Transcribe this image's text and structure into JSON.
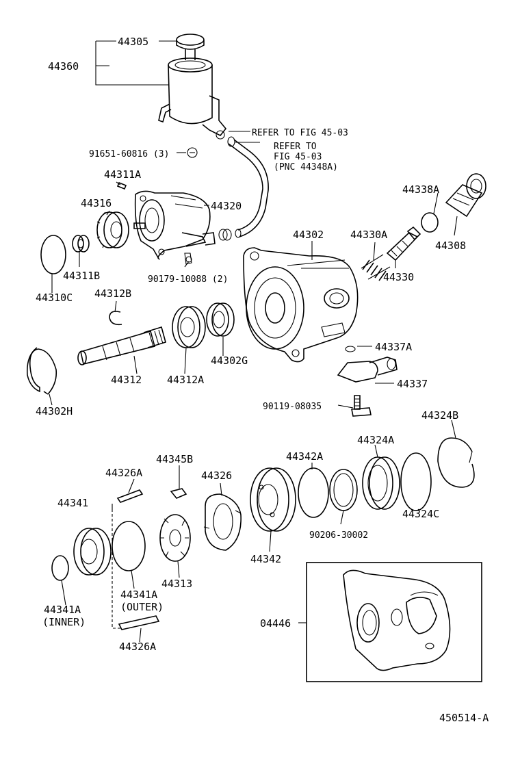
{
  "labels": {
    "p44305": "44305",
    "p44360": "44360",
    "refer1": "REFER TO FIG 45-03",
    "refer2_l1": "REFER TO",
    "refer2_l2": "FIG 45-03",
    "refer2_l3": "(PNC 44348A)",
    "p91651": "91651-60816 (3)",
    "p44311A": "44311A",
    "p44316": "44316",
    "p44320": "44320",
    "p44338A": "44338A",
    "p44308": "44308",
    "p44302": "44302",
    "p44330A": "44330A",
    "p44330": "44330",
    "p44310C": "44310C",
    "p44311B": "44311B",
    "p90179": "90179-10088 (2)",
    "p44312B": "44312B",
    "p44337A": "44337A",
    "p44337": "44337",
    "p44302G": "44302G",
    "p44312": "44312",
    "p44312A": "44312A",
    "p44302H": "44302H",
    "p90119": "90119-08035",
    "p44324B": "44324B",
    "p44345B": "44345B",
    "p44342A": "44342A",
    "p44324A": "44324A",
    "p44326A_top": "44326A",
    "p44326": "44326",
    "p44341": "44341",
    "p44324C": "44324C",
    "p90206": "90206-30002",
    "p44342": "44342",
    "p44313": "44313",
    "p44341A_outer": "44341A",
    "outer": "(OUTER)",
    "p44341A_inner": "44341A",
    "inner": "(INNER)",
    "p04446": "04446",
    "p44326A_bot": "44326A",
    "fig_id": "450514-A"
  }
}
